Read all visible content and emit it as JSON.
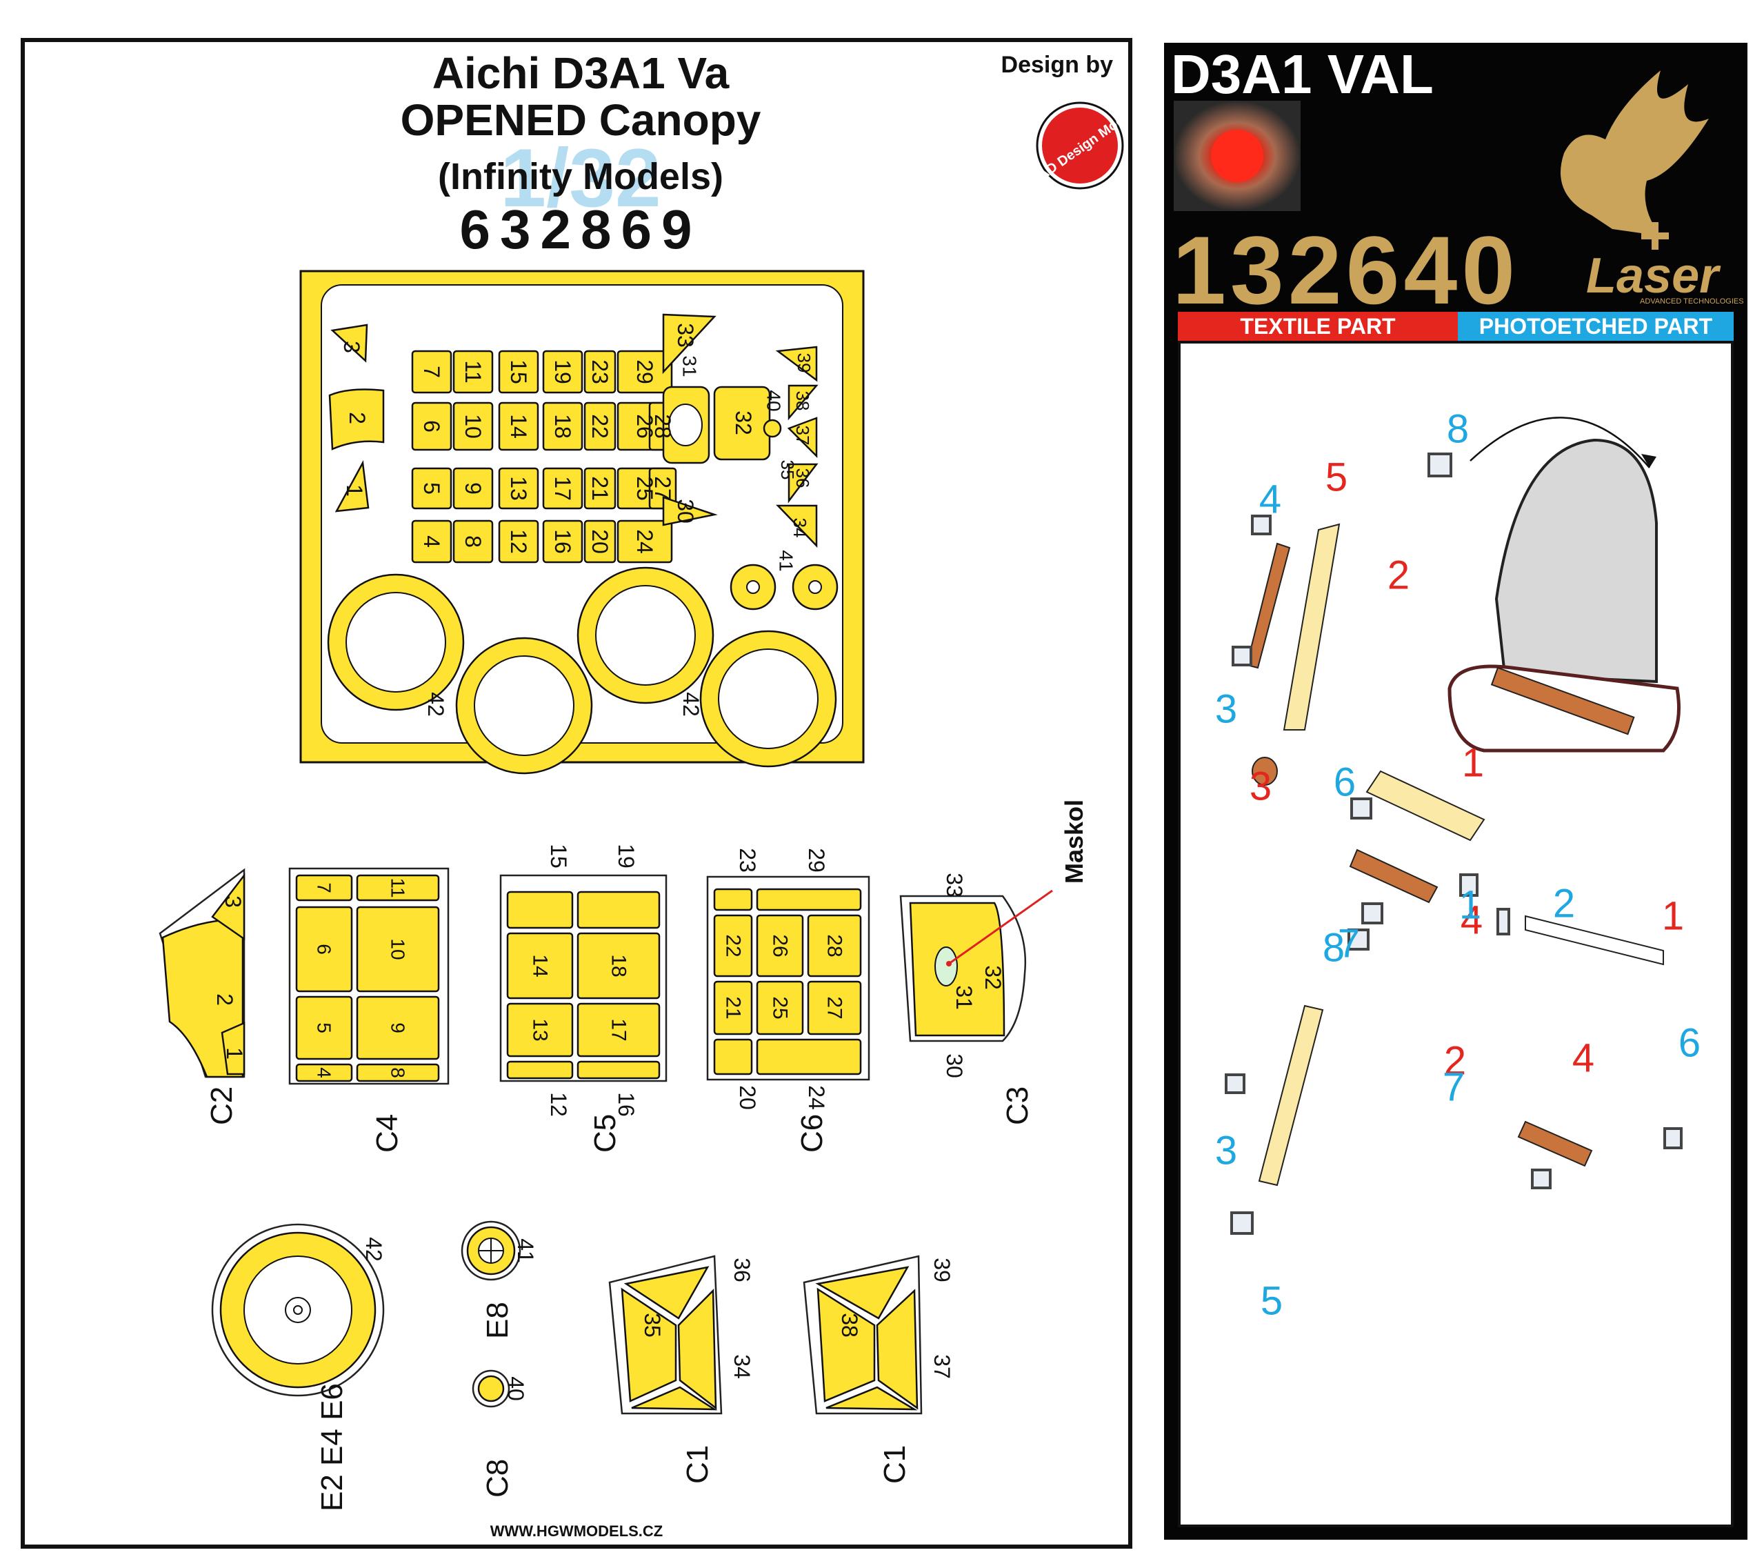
{
  "left": {
    "title_line1": "Aichi D3A1 Va",
    "title_line2": "OPENED Canopy",
    "scale": "1/32",
    "subtitle": "(Infinity Models)",
    "code": "632869",
    "design_by": "Design by",
    "logo_text": "DEAD Design Models",
    "website": "WWW.HGWMODELS.CZ",
    "maskol": "Maskol",
    "mask_numbers": [
      "1",
      "2",
      "3",
      "4",
      "5",
      "6",
      "7",
      "8",
      "9",
      "10",
      "11",
      "12",
      "13",
      "14",
      "15",
      "16",
      "17",
      "18",
      "19",
      "20",
      "21",
      "22",
      "23",
      "24",
      "25",
      "26",
      "27",
      "28",
      "29",
      "30",
      "31",
      "32",
      "33",
      "34",
      "35",
      "36",
      "37",
      "38",
      "39",
      "40",
      "41",
      "42"
    ],
    "labels": {
      "c1": "C1",
      "c2": "C2",
      "c3": "C3",
      "c4": "C4",
      "c5": "C5",
      "c6": "C6",
      "c8": "C8",
      "e8": "E8",
      "e246": "E2 E4 E6"
    }
  },
  "right": {
    "title": "D3A1 VAL",
    "code": "132640",
    "brand": "Laser",
    "brand_sub": "ADVANCED TECHNOLOGIES",
    "textile_tab": "TEXTILE PART",
    "photoetched_tab": "PHOTOETCHED PART",
    "textile_color": "#e5261f",
    "photoetched_color": "#1ea7e0",
    "textile_numbers": [
      "5",
      "2",
      "3",
      "1",
      "4",
      "1",
      "4",
      "2"
    ],
    "pe_numbers": [
      "8",
      "4",
      "3",
      "6",
      "1",
      "2",
      "8",
      "7",
      "6",
      "7",
      "3",
      "5"
    ]
  },
  "colors": {
    "mask_yellow": "#ffe333",
    "scale_blue": "#a8d8f0",
    "gold": "#c9a45a"
  }
}
